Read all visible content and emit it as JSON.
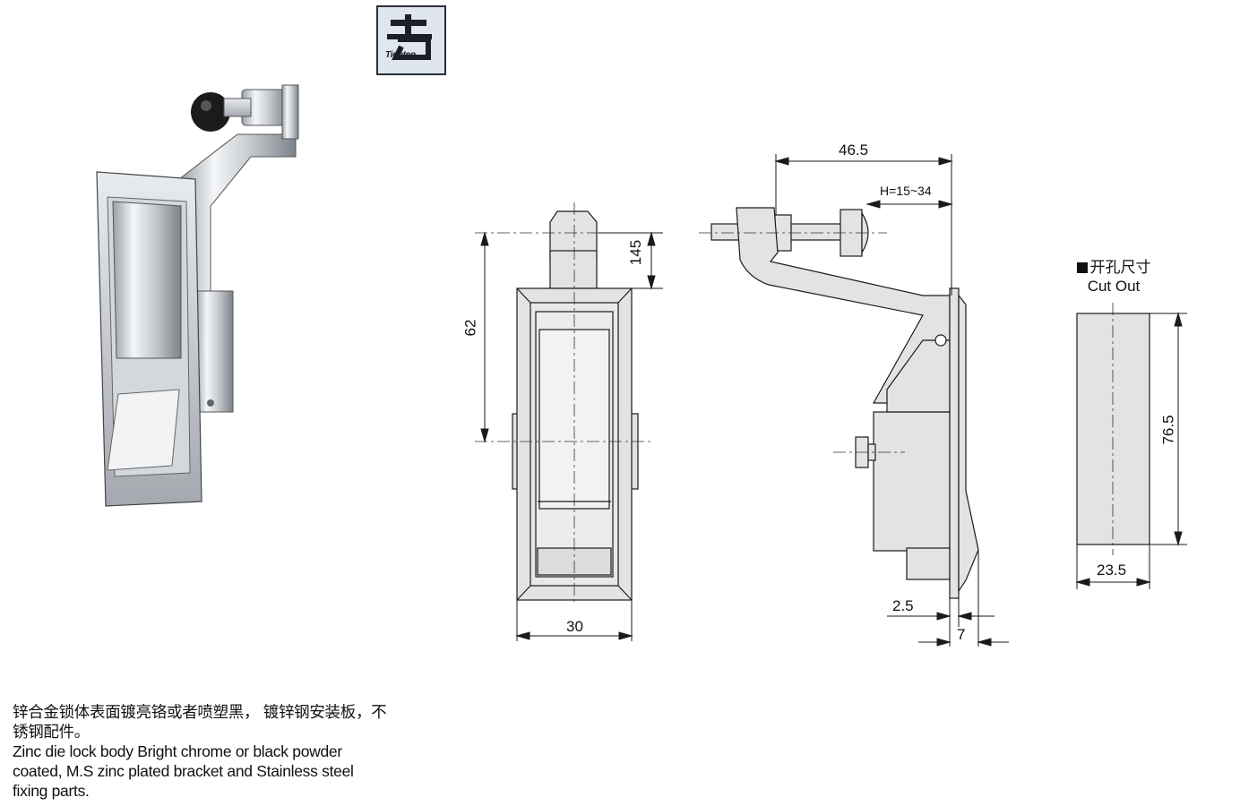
{
  "logo": {
    "word": "Tighten"
  },
  "dimensions": {
    "overall_width": "46.5",
    "grip_range": "H=15~34",
    "cam_height": "145",
    "body_height": "62",
    "body_width": "30",
    "plate_thickness": "2.5",
    "offset": "7",
    "cutout_height": "76.5",
    "cutout_width": "23.5"
  },
  "cutout": {
    "title_cn": "开孔尺寸",
    "title_en": "Cut Out"
  },
  "description": {
    "cn": "锌合金锁体表面镀亮铬或者喷塑黑， 镀锌钢安装板，不锈钢配件。",
    "en": "Zinc die lock body Bright chrome or black powder coated, M.S zinc plated bracket and Stainless steel fixing parts."
  },
  "colors": {
    "line": "#1a1a1a",
    "fill": "#e3e3e3",
    "fill_dark": "#cfcfcf",
    "logo_bg": "#dfe6ee"
  }
}
